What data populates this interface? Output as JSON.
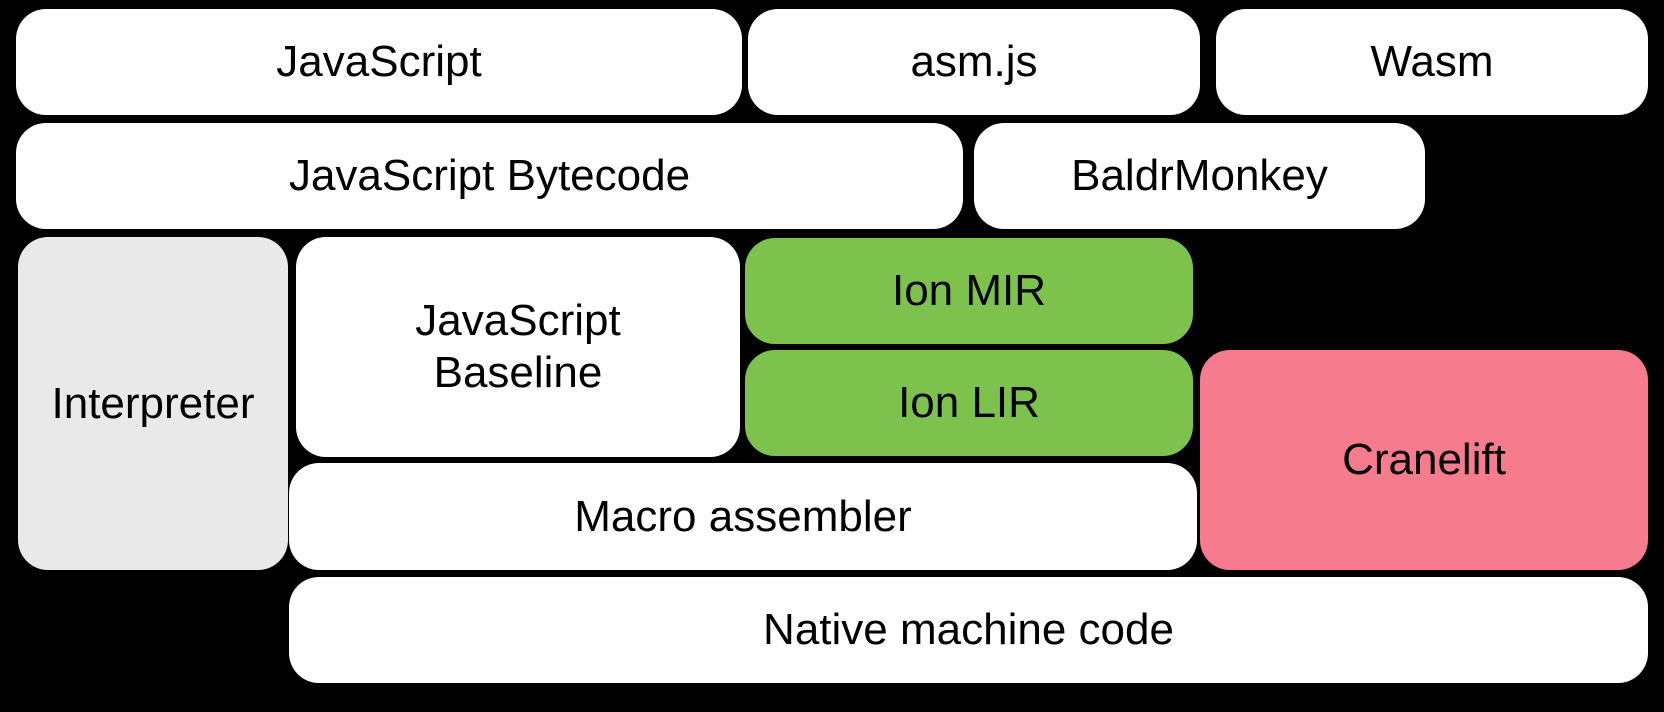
{
  "diagram": {
    "background_color": "#000000",
    "text_color": "#000000",
    "colors": {
      "white_box": "#ffffff",
      "gray_box": "#e9e9e9",
      "green_box": "#7cc24d",
      "pink_box": "#f67c8d"
    },
    "nodes": {
      "javascript": {
        "label": "JavaScript"
      },
      "asmjs": {
        "label": "asm.js"
      },
      "wasm": {
        "label": "Wasm"
      },
      "js_bytecode": {
        "label": "JavaScript Bytecode"
      },
      "baldrmonkey": {
        "label": "BaldrMonkey"
      },
      "interpreter": {
        "label": "Interpreter"
      },
      "js_baseline": {
        "label_line1": "JavaScript",
        "label_line2": "Baseline"
      },
      "ion_mir": {
        "label": "Ion MIR"
      },
      "ion_lir": {
        "label": "Ion LIR"
      },
      "cranelift": {
        "label": "Cranelift"
      },
      "macro_assembler": {
        "label": "Macro assembler"
      },
      "native_machine_code": {
        "label": "Native machine code"
      }
    }
  }
}
